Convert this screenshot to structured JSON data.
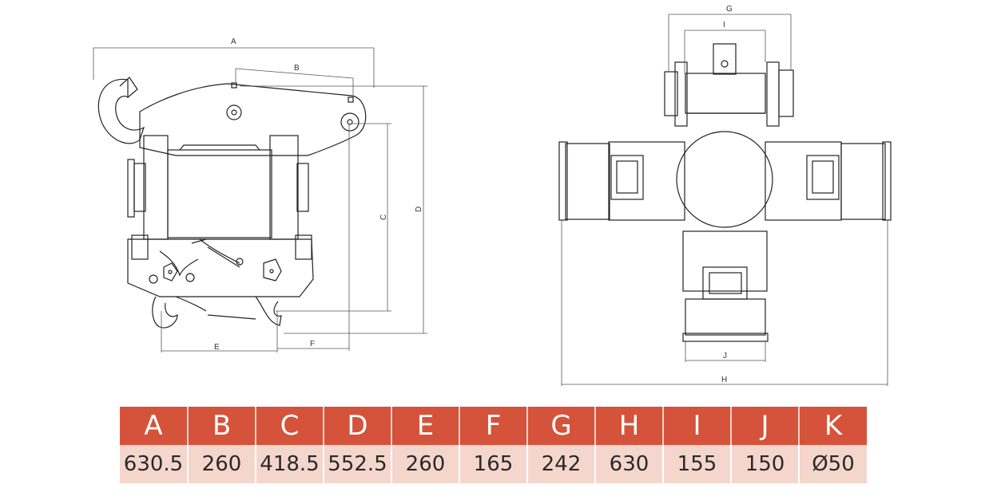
{
  "dimension_labels": {
    "A": "A",
    "B": "B",
    "C": "C",
    "D": "D",
    "E": "E",
    "F": "F",
    "G": "G",
    "H": "H",
    "I": "I",
    "J": "J"
  },
  "spec_table": {
    "headers": [
      "A",
      "B",
      "C",
      "D",
      "E",
      "F",
      "G",
      "H",
      "I",
      "J",
      "K"
    ],
    "values": [
      "630.5",
      "260",
      "418.5",
      "552.5",
      "260",
      "165",
      "242",
      "630",
      "155",
      "150",
      "Ø50"
    ]
  }
}
